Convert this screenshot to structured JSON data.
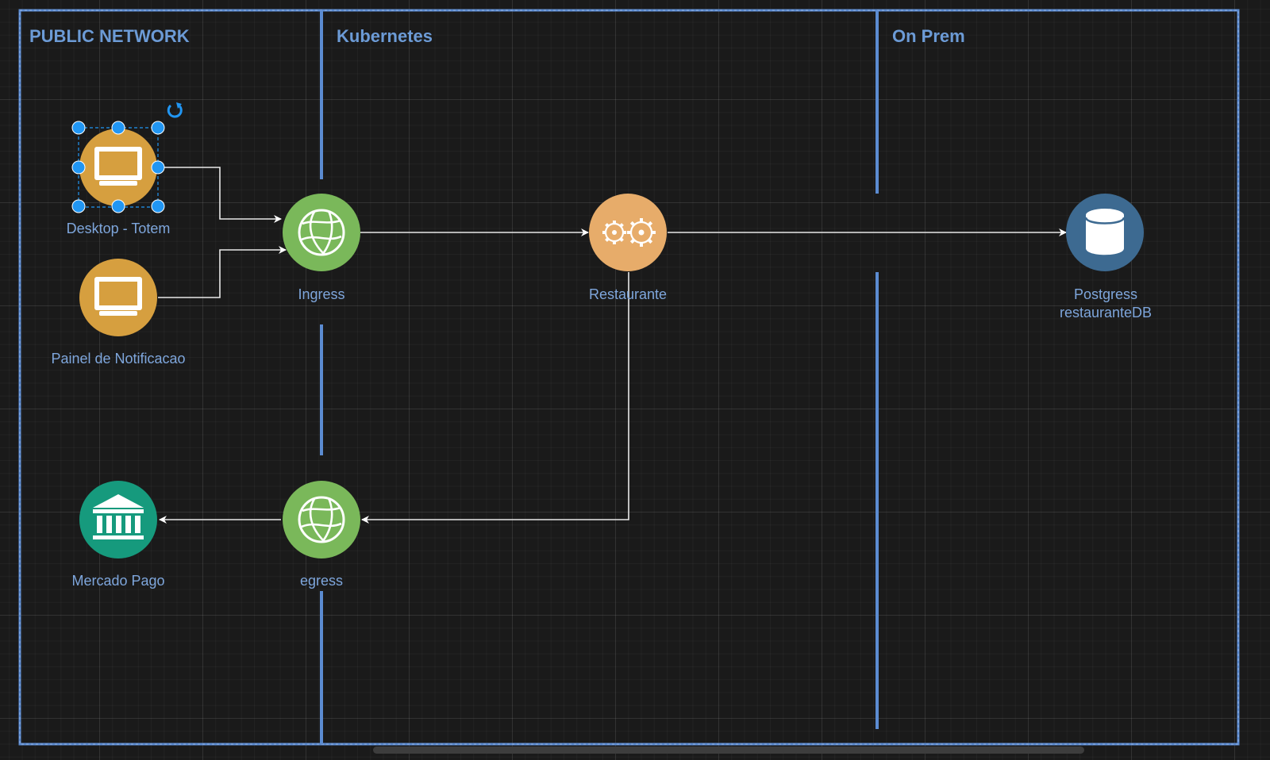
{
  "zones": {
    "public": "PUBLIC NETWORK",
    "kubernetes": "Kubernetes",
    "onprem": "On Prem"
  },
  "nodes": {
    "desktop": {
      "label": "Desktop - Totem",
      "icon": "desktop-icon",
      "color": "#d69f3f"
    },
    "painel": {
      "label": "Painel de Notificacao",
      "icon": "desktop-icon",
      "color": "#d69f3f"
    },
    "ingress": {
      "label": "Ingress",
      "icon": "globe-icon",
      "color": "#7ab85a"
    },
    "restaurante": {
      "label": "Restaurante",
      "icon": "gears-icon",
      "color": "#e7ac6a"
    },
    "postgres": {
      "label": "Postgress\nrestauranteDB",
      "icon": "database-icon",
      "color": "#3d6a91"
    },
    "mercado": {
      "label": "Mercado Pago",
      "icon": "bank-icon",
      "color": "#169a7d"
    },
    "egress": {
      "label": "egress",
      "icon": "globe-icon",
      "color": "#7ab85a"
    }
  },
  "colors": {
    "zone_border": "#5b8bd1",
    "edge": "#e8e8e8",
    "selection": "#2196f3",
    "label": "#7ea6dc"
  },
  "selected_node": "desktop"
}
